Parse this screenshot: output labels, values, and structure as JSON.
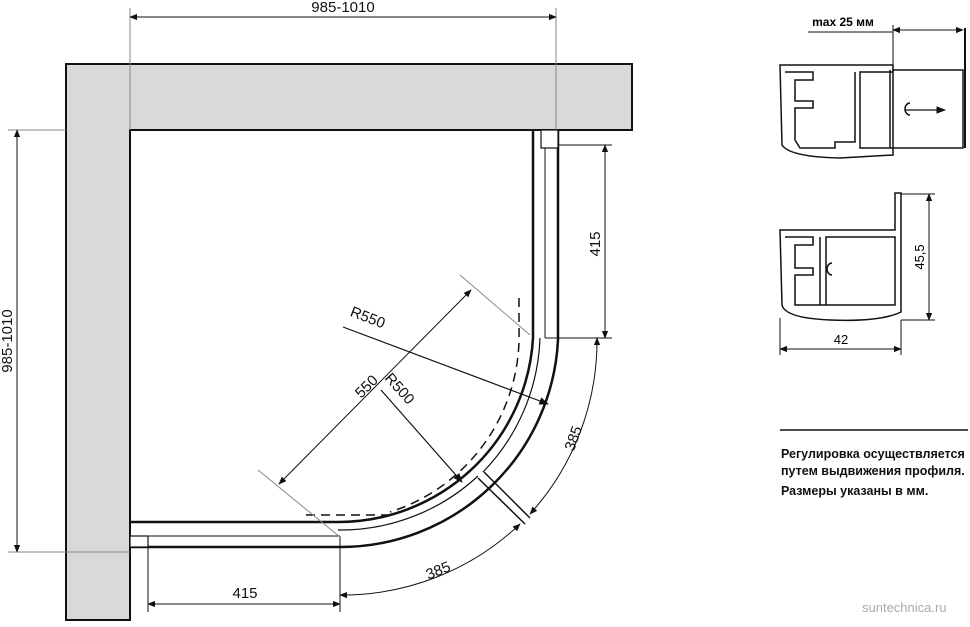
{
  "drawing": {
    "top_width": "985-1010",
    "left_height": "985-1010",
    "right_straight": "415",
    "bottom_straight": "415",
    "radius_outer": "R550",
    "radius_inner": "R500",
    "diagonal": "550",
    "arc_right": "385",
    "arc_bottom": "385"
  },
  "profiles": {
    "adjust_label": "max 25 мм",
    "height_dim": "45,5",
    "width_dim": "42"
  },
  "notes": {
    "line1": "Регулировка осуществляется",
    "line2": "путем выдвижения профиля.",
    "line3": "Размеры указаны в мм."
  },
  "watermark": "suntechnica.ru",
  "colors": {
    "wall": "#d9d9d9",
    "line": "#111111"
  }
}
